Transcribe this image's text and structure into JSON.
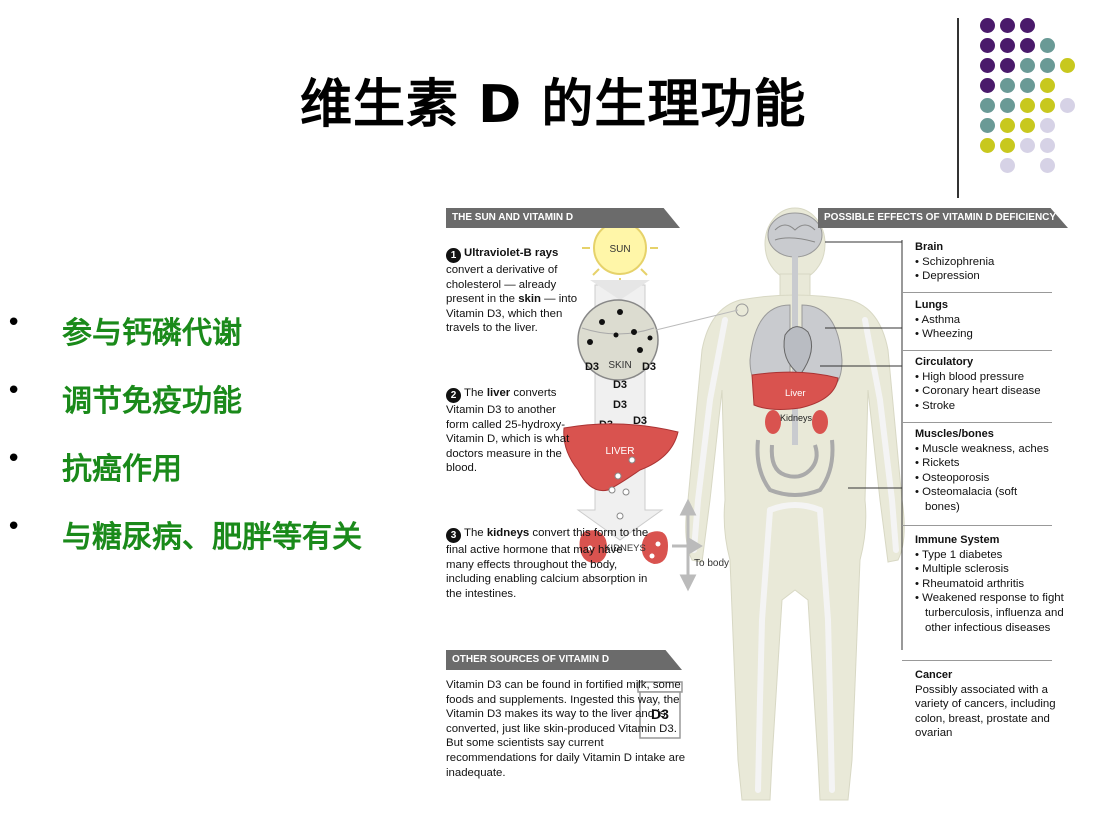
{
  "slide": {
    "title": "维生素 D 的生理功能",
    "bullets": [
      {
        "mark": "•",
        "text": "参与钙磷代谢"
      },
      {
        "mark": "•",
        "text": "调节免疫功能"
      },
      {
        "mark": "•",
        "text": "抗癌作用"
      },
      {
        "mark": "•",
        "text": "与糖尿病、肥胖等有关"
      }
    ],
    "title_color": "#000000",
    "bullet_color": "#1a8a1a",
    "dot_colors": {
      "purple": "#4a1a6b",
      "teal": "#6a9a96",
      "olive": "#c8c81e",
      "lavender": "#d6d2e6"
    }
  },
  "infographic": {
    "left_banner": "THE SUN AND VITAMIN D",
    "right_banner": "POSSIBLE EFFECTS OF VITAMIN D DEFICIENCY",
    "other_banner": "OTHER SOURCES OF VITAMIN D",
    "sun_label": "SUN",
    "skin_label": "SKIN",
    "liver_label": "LIVER",
    "kidneys_label": "KIDNEYS",
    "to_body_label": "To body",
    "d3_label": "D3",
    "body_liver_label": "Liver",
    "body_kidneys_label": "Kidneys",
    "steps": {
      "s1_num": "1",
      "s1_bold": "Ultraviolet-B rays",
      "s1_a": "convert a derivative of cholesterol — already present in the",
      "s1_b": "skin",
      "s1_c": "— into Vitamin D3, which then travels to the liver.",
      "s2_num": "2",
      "s2_a": "The",
      "s2_b": "liver",
      "s2_c": "converts Vitamin D3 to another form called 25-hydroxy-Vitamin D, which is what doctors measure in the blood.",
      "s3_num": "3",
      "s3_a": "The",
      "s3_b": "kidneys",
      "s3_c": "convert this form to the final active hormone that may have many effects throughout the body, including enabling calcium absorption in the intestines."
    },
    "other_text": "Vitamin D3 can be found in fortified milk, some foods and supplements. Ingested this way, the Vitamin D3 makes its way to the liver and is converted, just like skin-produced Vitamin D3. But some scientists say current recommendations for daily Vitamin D intake are inadequate.",
    "effects": [
      {
        "heading": "Brain",
        "items": [
          "Schizophrenia",
          "Depression"
        ]
      },
      {
        "heading": "Lungs",
        "items": [
          "Asthma",
          "Wheezing"
        ]
      },
      {
        "heading": "Circulatory",
        "items": [
          "High blood pressure",
          "Coronary heart disease",
          "Stroke"
        ]
      },
      {
        "heading": "Muscles/bones",
        "items": [
          "Muscle weakness, aches",
          "Rickets",
          "Osteoporosis",
          "Osteomalacia (soft bones)"
        ]
      },
      {
        "heading": "Immune System",
        "items": [
          "Type 1 diabetes",
          "Multiple sclerosis",
          "Rheumatoid arthritis",
          "Weakened response to fight turberculosis, influenza and other infectious diseases"
        ]
      },
      {
        "heading": "Cancer",
        "text": "Possibly associated with a variety of cancers, including colon, breast, prostate and ovarian"
      }
    ]
  }
}
